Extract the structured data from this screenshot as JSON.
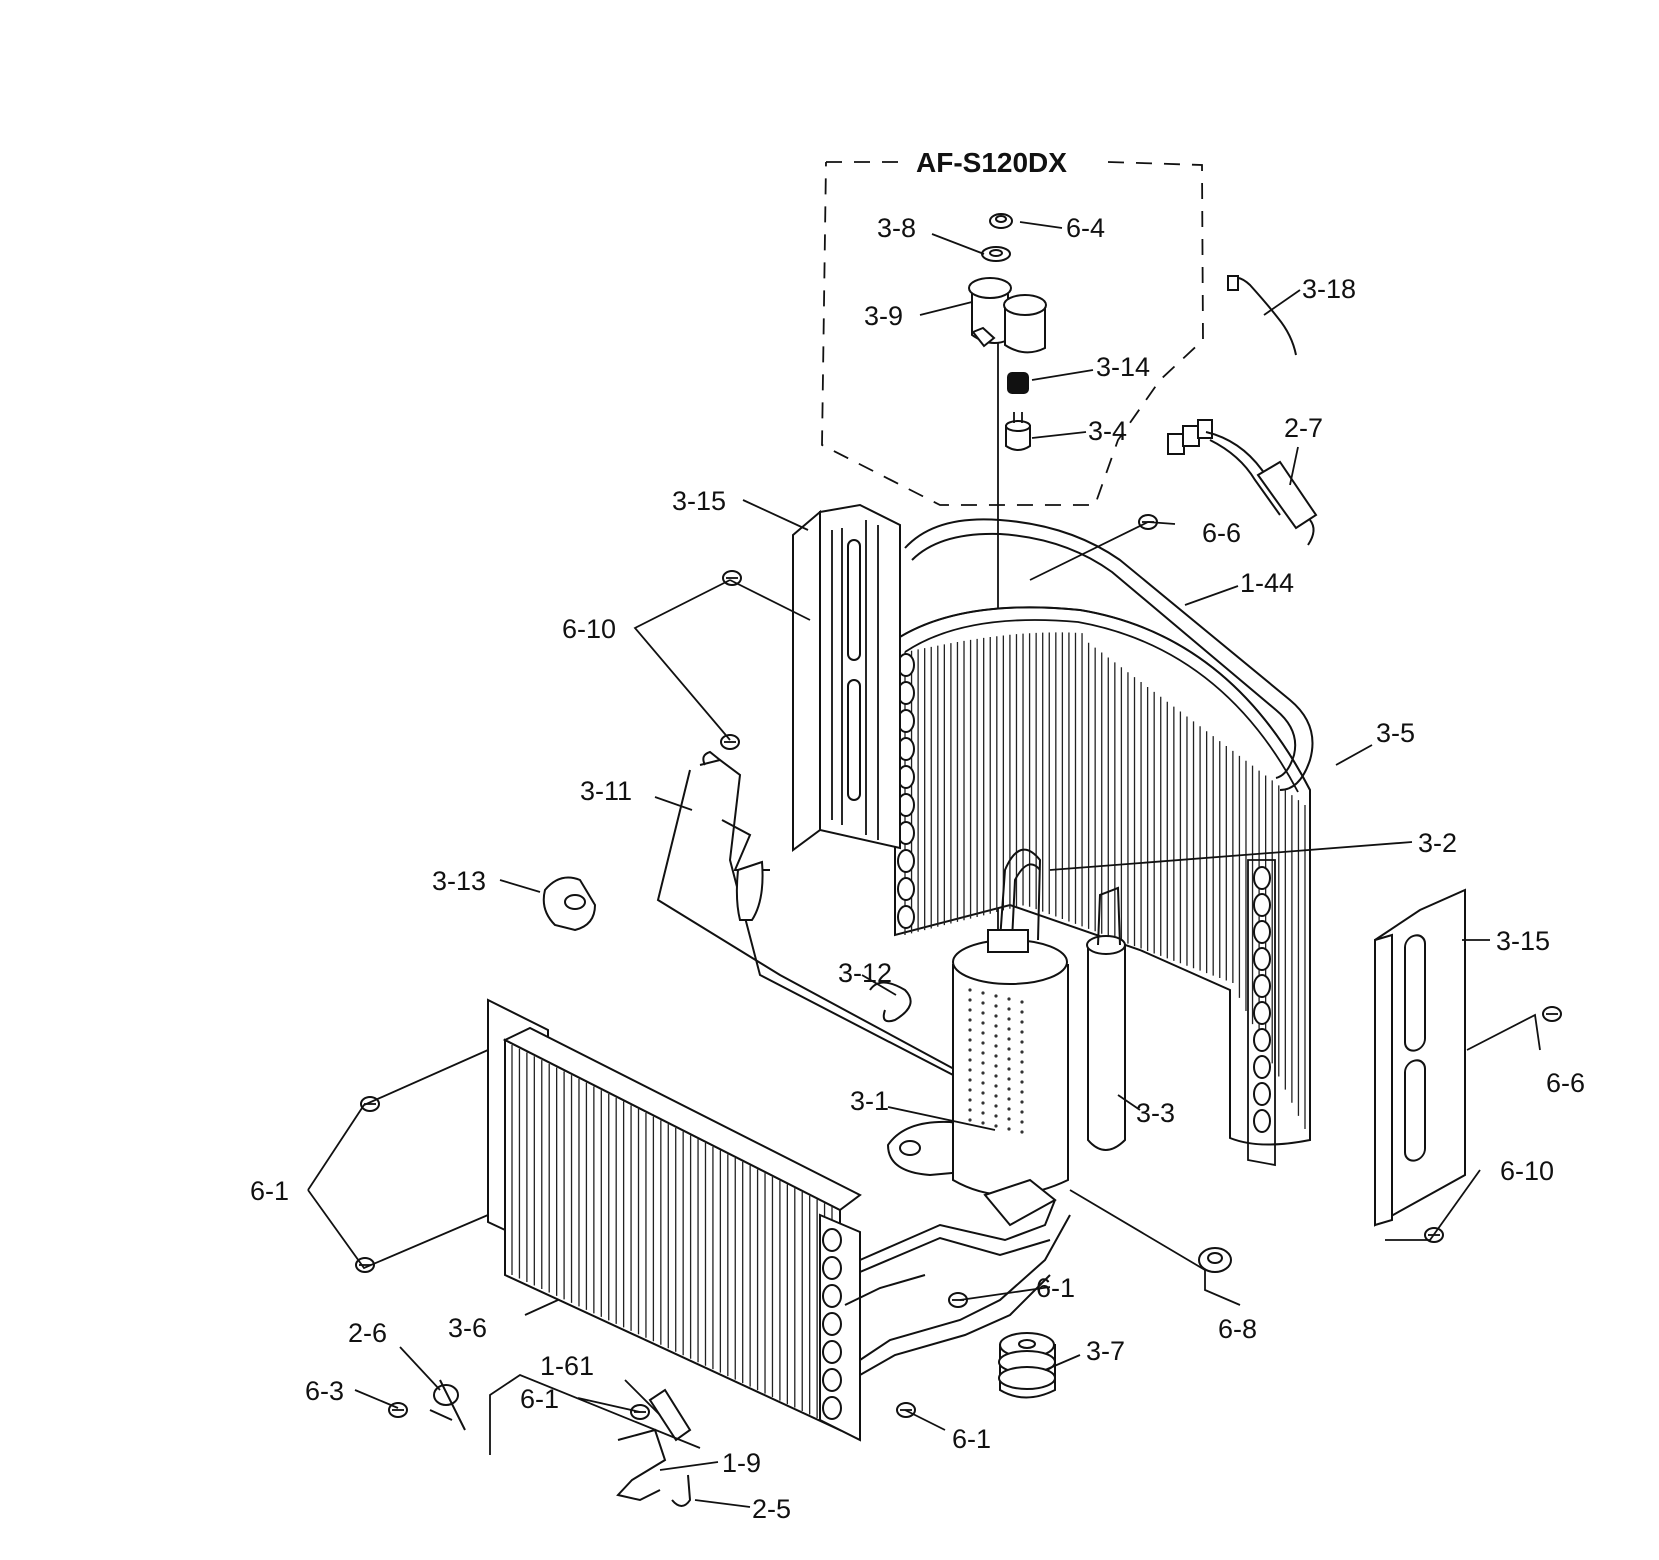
{
  "title": "AF-S120DX",
  "callouts": [
    {
      "id": "c-6-4",
      "label": "6-4"
    },
    {
      "id": "c-3-8",
      "label": "3-8"
    },
    {
      "id": "c-3-9",
      "label": "3-9"
    },
    {
      "id": "c-3-14",
      "label": "3-14"
    },
    {
      "id": "c-3-4",
      "label": "3-4"
    },
    {
      "id": "c-3-18",
      "label": "3-18"
    },
    {
      "id": "c-2-7",
      "label": "2-7"
    },
    {
      "id": "c-3-15a",
      "label": "3-15"
    },
    {
      "id": "c-6-6a",
      "label": "6-6"
    },
    {
      "id": "c-1-44",
      "label": "1-44"
    },
    {
      "id": "c-6-10a",
      "label": "6-10"
    },
    {
      "id": "c-3-5",
      "label": "3-5"
    },
    {
      "id": "c-3-11",
      "label": "3-11"
    },
    {
      "id": "c-3-2",
      "label": "3-2"
    },
    {
      "id": "c-3-13",
      "label": "3-13"
    },
    {
      "id": "c-3-15b",
      "label": "3-15"
    },
    {
      "id": "c-3-12",
      "label": "3-12"
    },
    {
      "id": "c-6-6b",
      "label": "6-6"
    },
    {
      "id": "c-3-1",
      "label": "3-1"
    },
    {
      "id": "c-3-3",
      "label": "3-3"
    },
    {
      "id": "c-6-1a",
      "label": "6-1"
    },
    {
      "id": "c-6-10b",
      "label": "6-10"
    },
    {
      "id": "c-6-1b",
      "label": "6-1"
    },
    {
      "id": "c-6-8",
      "label": "6-8"
    },
    {
      "id": "c-2-6",
      "label": "2-6"
    },
    {
      "id": "c-3-6",
      "label": "3-6"
    },
    {
      "id": "c-3-7",
      "label": "3-7"
    },
    {
      "id": "c-1-61",
      "label": "1-61"
    },
    {
      "id": "c-6-3",
      "label": "6-3"
    },
    {
      "id": "c-6-1c",
      "label": "6-1"
    },
    {
      "id": "c-6-1d",
      "label": "6-1"
    },
    {
      "id": "c-1-9",
      "label": "1-9"
    },
    {
      "id": "c-2-5",
      "label": "2-5"
    }
  ]
}
